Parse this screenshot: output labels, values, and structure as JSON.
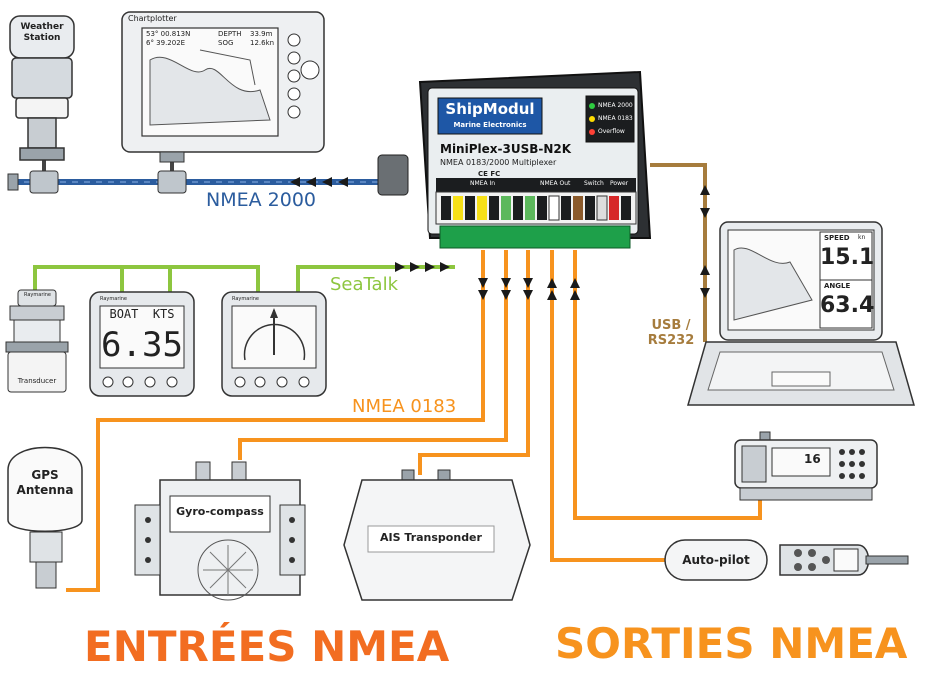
{
  "colors": {
    "nmea2000": "#2b5c9e",
    "seatalk": "#8dc63f",
    "nmea0183": "#f7931e",
    "usb": "#a67c3d",
    "big_text": "#f26d21",
    "device_stroke": "#333333"
  },
  "devices": {
    "weather_station": "Weather Station",
    "chartplotter": "Chartplotter",
    "chart_depth": "DEPTH",
    "chart_depth_val": "33.9m",
    "chart_sog": "SOG",
    "chart_sog_val": "12.6kn",
    "chart_lat": "53° 00.813N",
    "chart_lon": "6° 39.202E",
    "transducer": "Transducer",
    "seatalk_display_line1": "BOAT  KTS",
    "seatalk_display_value": "6.35",
    "raymarine_a": "Raymarine",
    "raymarine_b": "Raymarine",
    "raymarine_c": "Raymarine",
    "gps_antenna": "GPS Antenna",
    "gyro_compass": "Gyro-compass",
    "ais_transponder": "AIS Transponder",
    "autopilot": "Auto-pilot",
    "radio_channel": "16",
    "laptop_speed_label": "SPEED",
    "laptop_speed_value": "15.1",
    "laptop_angle_label": "ANGLE",
    "laptop_angle_value": "63.4",
    "laptop_unit": "kn"
  },
  "multiplexer": {
    "brand": "ShipModul",
    "brand_sub": "Marine Electronics",
    "model": "MiniPlex-3USB-N2K",
    "description": "NMEA 0183/2000 Multiplexer",
    "led1": "NMEA 2000",
    "led2": "NMEA 0183",
    "led3": "Overflow",
    "cert": "CE FC",
    "group_in": "NMEA In",
    "group_out": "NMEA Out",
    "group_switch": "Switch",
    "group_power": "Power"
  },
  "networks": {
    "nmea2000": "NMEA 2000",
    "seatalk": "SeaTalk",
    "nmea0183": "NMEA 0183",
    "usb": "USB / RS232"
  },
  "headings": {
    "inputs": "ENTRÉES NMEA",
    "outputs": "SORTIES NMEA"
  }
}
